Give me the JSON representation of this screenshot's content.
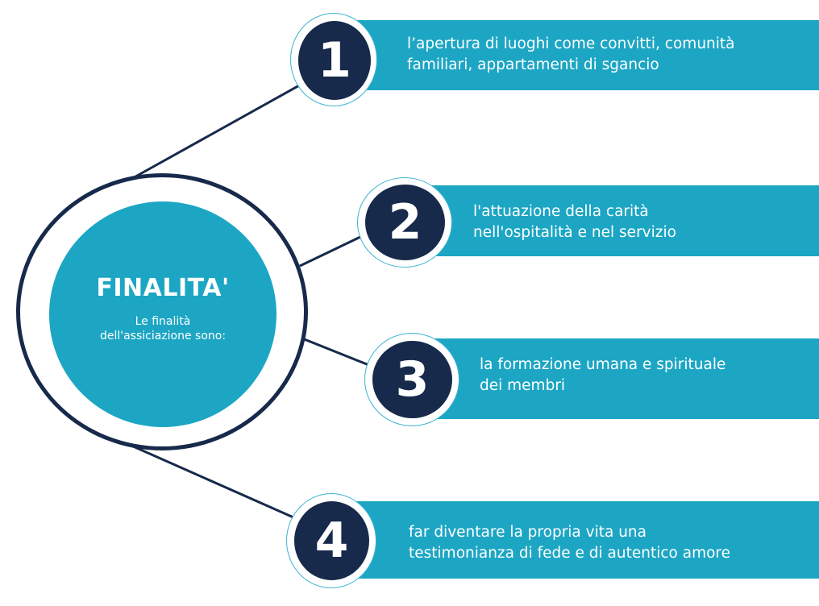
{
  "hub": {
    "title": "FINALITA'",
    "subtitle_line1": "Le finalità",
    "subtitle_line2": "dell'assiciazione sono:"
  },
  "items": [
    {
      "number": "1",
      "line1": "l’apertura di luoghi come convitti, comunità",
      "line2": "familiari, appartamenti di sgancio"
    },
    {
      "number": "2",
      "line1": "l'attuazione della carità",
      "line2": "nell'ospitalità e nel servizio"
    },
    {
      "number": "3",
      "line1": "la formazione umana e spirituale",
      "line2": "dei membri"
    },
    {
      "number": "4",
      "line1": "far diventare la propria vita una",
      "line2": "testimonianza di fede e di autentico amore"
    }
  ],
  "colors": {
    "navy": "#172a4b",
    "teal": "#1ca6c4",
    "ring": "#3bb3d1"
  }
}
